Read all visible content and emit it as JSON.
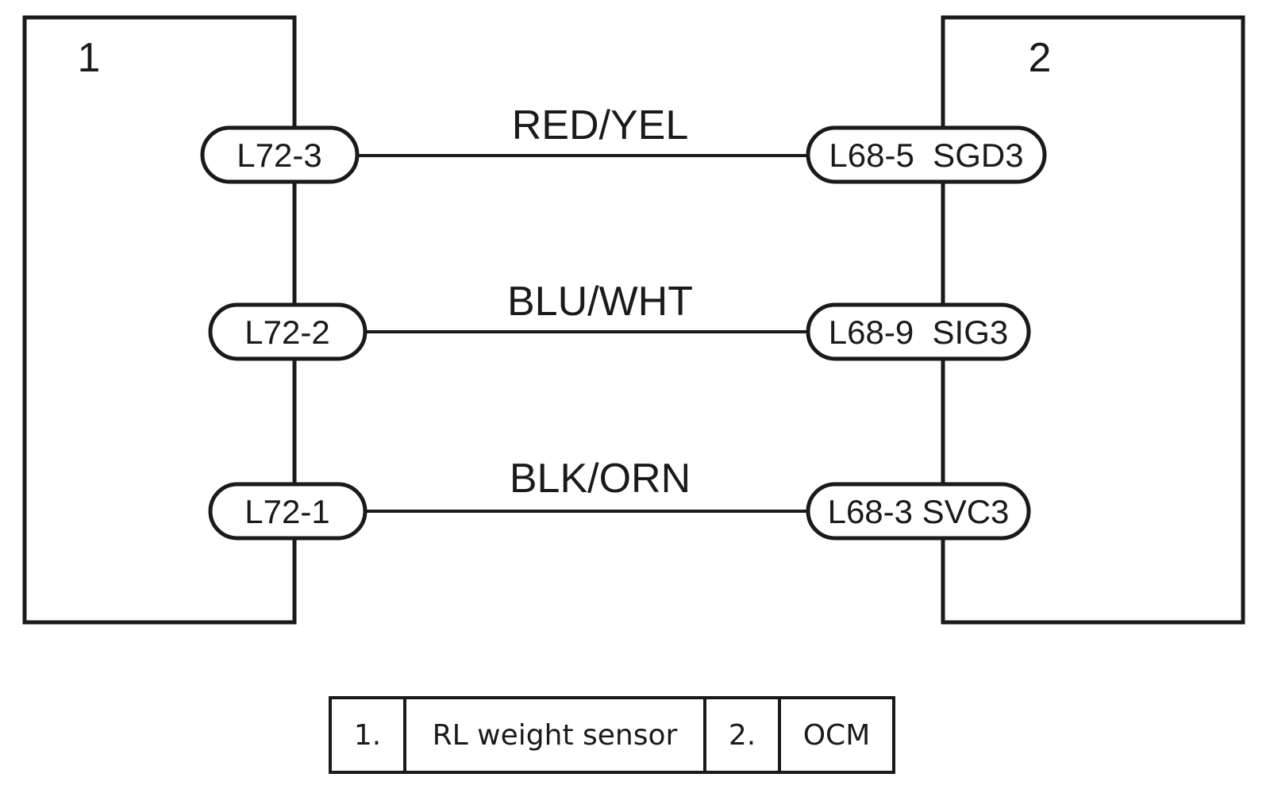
{
  "components": [
    {
      "number": "1",
      "name": "RL weight sensor"
    },
    {
      "number": "2",
      "name": "OCM"
    }
  ],
  "wires": [
    {
      "color": "RED/YEL",
      "from_pin": "L72-3",
      "to_pin": "L68-5  SGD3"
    },
    {
      "color": "BLU/WHT",
      "from_pin": "L72-2",
      "to_pin": "L68-9  SIG3"
    },
    {
      "color": "BLK/ORN",
      "from_pin": "L72-1",
      "to_pin": "L68-3 SVC3"
    }
  ],
  "legend": {
    "items": [
      {
        "number": "1.",
        "name": "RL weight sensor"
      },
      {
        "number": "2.",
        "name": "OCM"
      }
    ]
  },
  "colors": {
    "stroke": "#1a1a1a",
    "background": "#ffffff"
  }
}
